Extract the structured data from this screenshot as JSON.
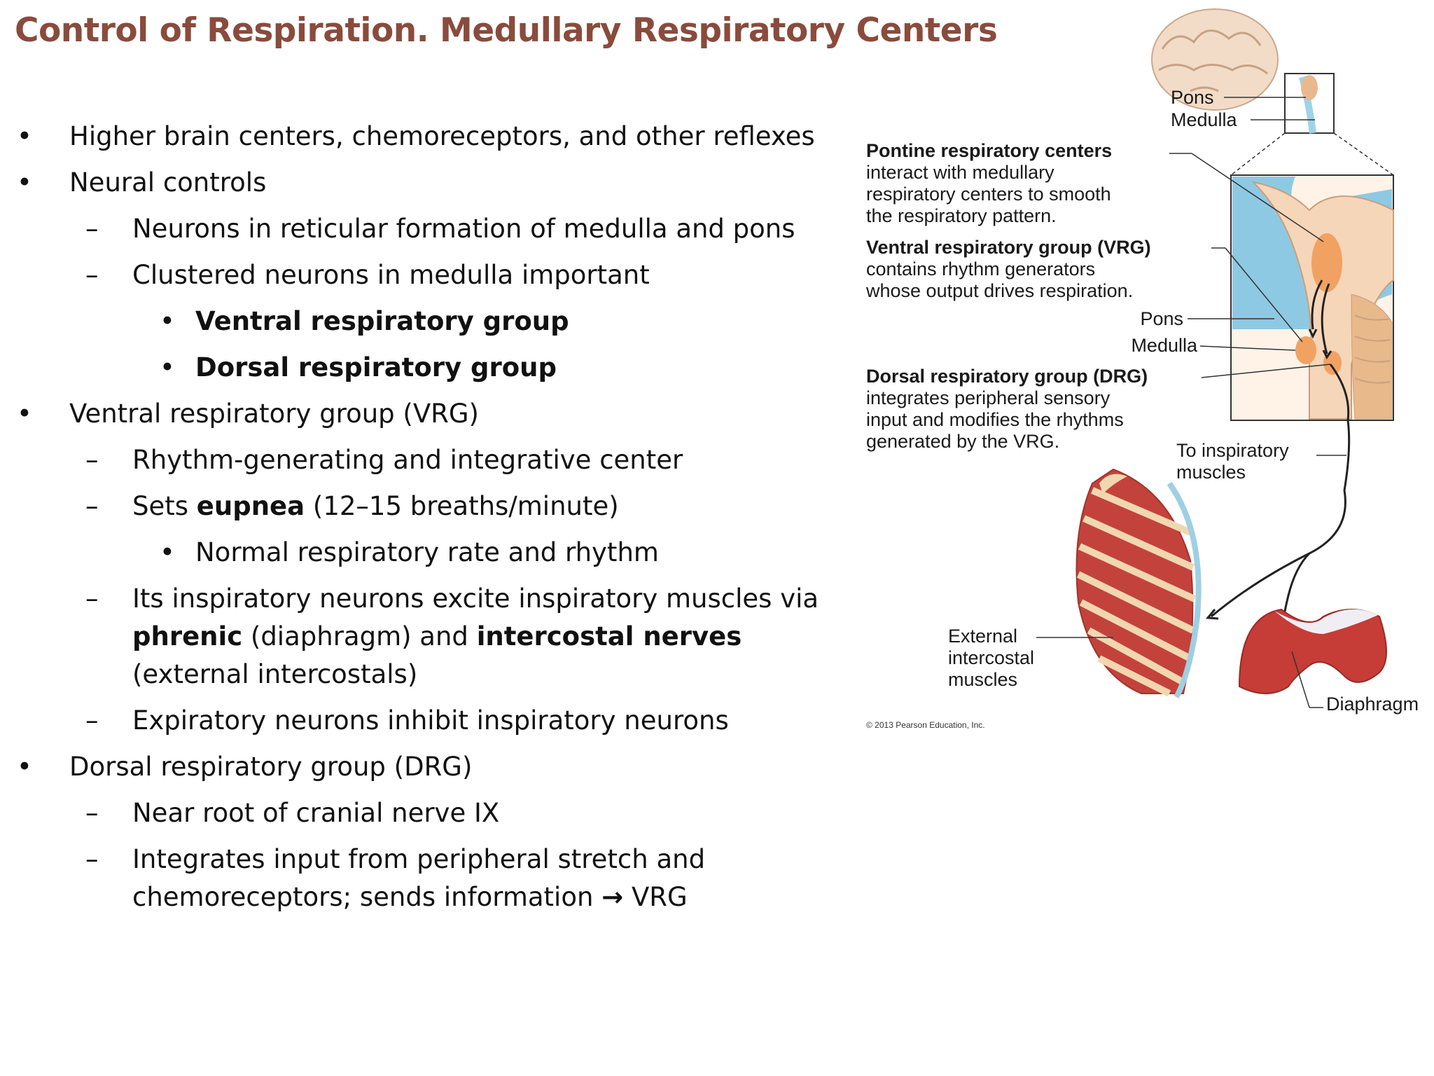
{
  "slide": {
    "title": "Control of Respiration. Medullary Respiratory Centers"
  },
  "bullets": [
    {
      "text": "Higher brain centers, chemoreceptors, and other reflexes"
    },
    {
      "text": "Neural controls"
    },
    {
      "text": "Neurons in reticular formation of medulla and pons"
    },
    {
      "text": "Clustered neurons in medulla important"
    },
    {
      "text": "Ventral respiratory group"
    },
    {
      "text": "Dorsal respiratory group"
    },
    {
      "text": "Ventral respiratory group (VRG)"
    },
    {
      "text": "Rhythm-generating and integrative center"
    },
    {
      "pre": "Sets ",
      "bold": "eupnea",
      "post": " (12–15 breaths/minute)"
    },
    {
      "text": "Normal respiratory rate and rhythm"
    },
    {
      "pre": "Its inspiratory neurons excite inspiratory muscles via ",
      "bold1": "phrenic",
      "mid": " (diaphragm) and ",
      "bold2": "intercostal nerves",
      "post": " (external intercostals)"
    },
    {
      "text": "Expiratory neurons inhibit inspiratory neurons"
    },
    {
      "text": "Dorsal respiratory group (DRG)"
    },
    {
      "text": "Near root of cranial nerve IX"
    },
    {
      "pre": "Integrates input from peripheral stretch and chemoreceptors; sends information ",
      "arrow": "→",
      "post": " VRG"
    }
  ],
  "markers": {
    "bullet": "•",
    "dash": "–"
  },
  "figure": {
    "pons_top": "Pons",
    "medulla_top": "Medulla",
    "pontine_heading": "Pontine respiratory centers",
    "pontine_text_1": "interact with medullary",
    "pontine_text_2": "respiratory centers to smooth",
    "pontine_text_3": "the respiratory pattern.",
    "vrg_heading": "Ventral respiratory group (VRG)",
    "vrg_text_1": "contains rhythm generators",
    "vrg_text_2": "whose output drives respiration.",
    "pons_mid": "Pons",
    "medulla_mid": "Medulla",
    "drg_heading": "Dorsal respiratory group (DRG)",
    "drg_text_1": "integrates peripheral sensory",
    "drg_text_2": "input and modifies the rhythms",
    "drg_text_3": "generated by the VRG.",
    "to_insp_1": "To inspiratory",
    "to_insp_2": "muscles",
    "ext_1": "External",
    "ext_2": "intercostal",
    "ext_3": "muscles",
    "diaphragm": "Diaphragm",
    "copyright": "© 2013 Pearson Education, Inc."
  }
}
